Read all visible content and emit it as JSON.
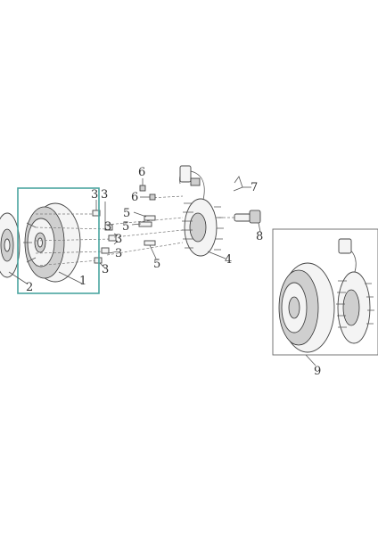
{
  "diagram": {
    "highlight_color": "#4aa5a0",
    "callouts": [
      {
        "id": "c1",
        "text": "1"
      },
      {
        "id": "c2",
        "text": "2"
      },
      {
        "id": "c3a",
        "text": "3"
      },
      {
        "id": "c3b",
        "text": "3"
      },
      {
        "id": "c3c",
        "text": "3"
      },
      {
        "id": "c3d",
        "text": "3"
      },
      {
        "id": "c3e",
        "text": "3"
      },
      {
        "id": "c3f",
        "text": "3"
      },
      {
        "id": "c4",
        "text": "4"
      },
      {
        "id": "c5a",
        "text": "5"
      },
      {
        "id": "c5b",
        "text": "5"
      },
      {
        "id": "c5c",
        "text": "5"
      },
      {
        "id": "c6a",
        "text": "6"
      },
      {
        "id": "c6b",
        "text": "6"
      },
      {
        "id": "c7",
        "text": "7"
      },
      {
        "id": "c8",
        "text": "8"
      },
      {
        "id": "c9",
        "text": "9"
      }
    ]
  }
}
